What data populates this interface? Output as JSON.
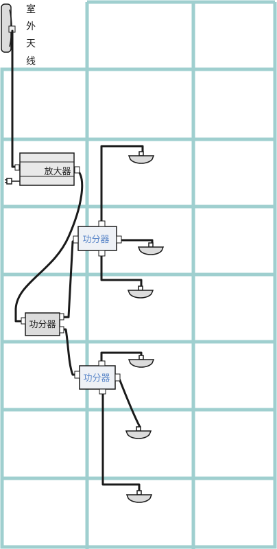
{
  "antenna": {
    "label_chars": [
      "室",
      "外",
      "天",
      "线"
    ]
  },
  "amplifier": {
    "label": "放大器"
  },
  "splitters": [
    {
      "label": "功分器"
    },
    {
      "label": "功分器"
    },
    {
      "label": "功分器"
    }
  ],
  "colors": {
    "grid": "#9fcfcf",
    "cable": "#1a1a1a",
    "amplifier_body": "#e9e9e9",
    "splitter_main": "#dcdcdc",
    "splitter_secondary": "#eef1f6",
    "splitter_secondary_text": "#5a86c8",
    "device_text": "#222222"
  },
  "icons": {
    "antenna": "outdoor-antenna-icon",
    "ceiling_antenna": "ceiling-antenna-icon",
    "power_plug": "power-plug-icon"
  }
}
